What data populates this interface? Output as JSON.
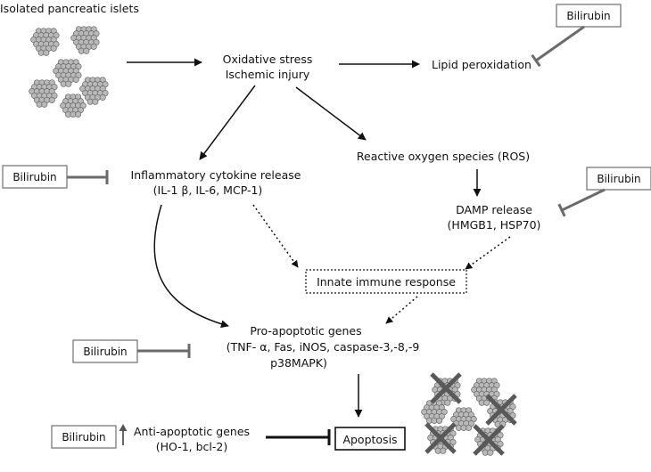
{
  "colors": {
    "arrow": "#111111",
    "inhibitor": "#6b6b6b",
    "box_border": "#7a7a7a",
    "islet_cell": "#b9b9b9",
    "islet_outline": "#666666",
    "cross": "#595959"
  },
  "nodes": {
    "islets": "Isolated pancreatic islets",
    "oxidative_stress": "Oxidative stress",
    "ischemic_injury": "Ischemic injury",
    "lipid_peroxidation": "Lipid peroxidation",
    "ros": "Reactive oxygen species (ROS)",
    "inflammatory_release": "Inflammatory cytokine release",
    "inflammatory_detail": "(IL-1 β, IL-6, MCP-1)",
    "damp_release": "DAMP release",
    "damp_detail": "(HMGB1, HSP70)",
    "innate_immune": "Innate immune response",
    "pro_apoptotic": "Pro-apoptotic genes",
    "pro_apoptotic_detail1": "(TNF- α, Fas, iNOS, caspase-3,-8,-9",
    "pro_apoptotic_detail2": "p38MAPK)",
    "anti_apoptotic": "Anti-apoptotic genes",
    "anti_apoptotic_detail": "(HO-1, bcl-2)",
    "apoptosis": "Apoptosis"
  },
  "bilirubin": {
    "lipid": "Bilirubin",
    "cytokine": "Bilirubin",
    "damp": "Bilirubin",
    "pro_apoptotic": "Bilirubin",
    "anti_apoptotic": "Bilirubin"
  },
  "icons": {
    "upregulation": "up-arrow-icon",
    "islet_cluster": "islet-cluster-icon",
    "dead_islet": "crossed-islet-icon"
  }
}
